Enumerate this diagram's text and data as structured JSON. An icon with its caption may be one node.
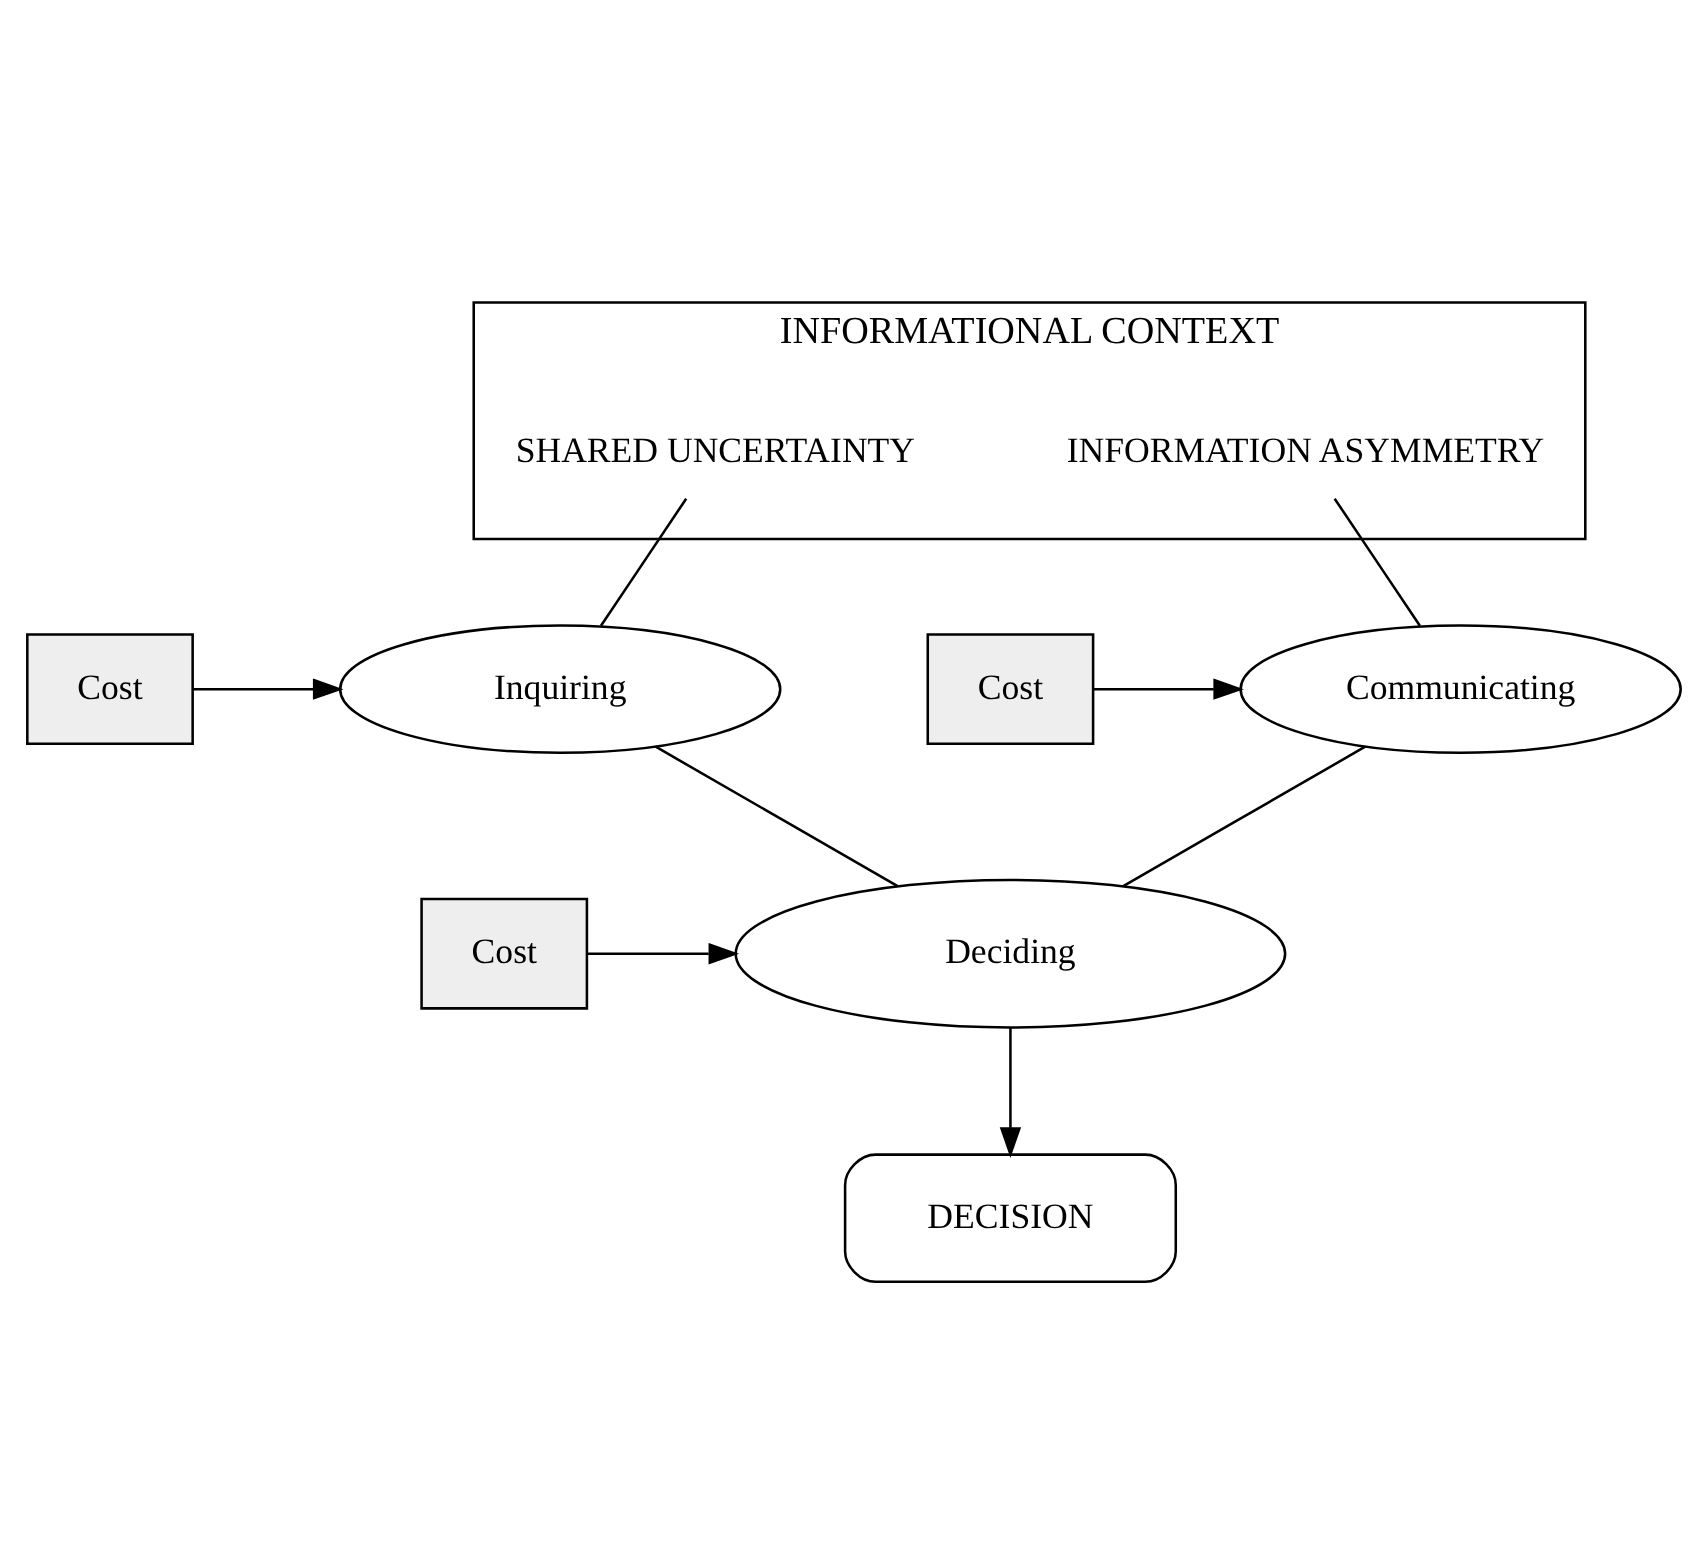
{
  "diagram": {
    "nodes": [
      {
        "text": [
          "INFORMATIONAL CONTEXT"
        ]
      },
      {
        "text": [
          "INFORMATION ASYMMETRY"
        ],
        "in": 0
      },
      {
        "text": [
          "SHARED UNCERTAINTY"
        ],
        "in": 0
      },
      {
        "text": [
          "Communicating"
        ]
      },
      {
        "text": [
          "Inquiring"
        ]
      },
      {
        "text": [
          "Cost"
        ]
      },
      {
        "text": [
          "Cost"
        ]
      },
      {
        "text": [
          "Deciding"
        ]
      },
      {
        "text": [
          "Cost"
        ]
      },
      {
        "text": [
          "DECISION"
        ]
      }
    ],
    "edges": [
      {
        "from": 1,
        "to": 3,
        "arrow": "none"
      },
      {
        "from": 2,
        "to": 4,
        "arrow": "none"
      },
      {
        "from": 5,
        "to": 3,
        "arrow": "to"
      },
      {
        "from": 6,
        "to": 4,
        "arrow": "to"
      },
      {
        "from": 3,
        "to": 7,
        "arrow": "none"
      },
      {
        "from": 4,
        "to": 7,
        "arrow": "none"
      },
      {
        "from": 8,
        "to": 7,
        "arrow": "to"
      },
      {
        "from": 7,
        "to": 9,
        "arrow": "to"
      }
    ]
  }
}
